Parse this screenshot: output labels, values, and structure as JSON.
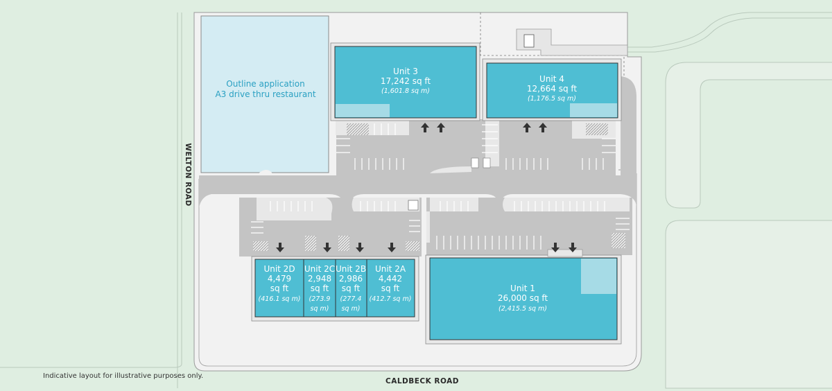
{
  "roads": {
    "west": "WELTON ROAD",
    "south": "CALDBECK ROAD"
  },
  "outline": {
    "line1": "Outline application",
    "line2": "A3 drive thru restaurant"
  },
  "units": {
    "u3": {
      "name": "Unit 3",
      "sqft": "17,242 sq ft",
      "sqm": "(1,601.8 sq m)"
    },
    "u4": {
      "name": "Unit 4",
      "sqft": "12,664 sq ft",
      "sqm": "(1,176.5 sq m)"
    },
    "u1": {
      "name": "Unit 1",
      "sqft": "26,000 sq ft",
      "sqm": "(2,415.5 sq m)"
    },
    "u2d": {
      "name": "Unit 2D",
      "num": "4,479",
      "unit": "sq ft",
      "sqm": "(416.1 sq m)"
    },
    "u2c": {
      "name": "Unit 2C",
      "num": "2,948",
      "unit": "sq ft",
      "sqm1": "(273.9",
      "sqm2": "sq m)"
    },
    "u2b": {
      "name": "Unit 2B",
      "num": "2,986",
      "unit": "sq ft",
      "sqm1": "(277.4",
      "sqm2": "sq m)"
    },
    "u2a": {
      "name": "Unit 2A",
      "num": "4,442",
      "unit": "sq ft",
      "sqm": "(412.7 sq m)"
    }
  },
  "disclaimer": "Indicative layout for illustrative purposes only.",
  "colors": {
    "background": "#dfeee1",
    "site": "#f2f2f2",
    "tarmac": "#c4c4c4",
    "unit": "#4fbed3",
    "unit_light": "#a6dbe6",
    "outline_plot": "#d4ecf3",
    "arrow": "#333333"
  }
}
